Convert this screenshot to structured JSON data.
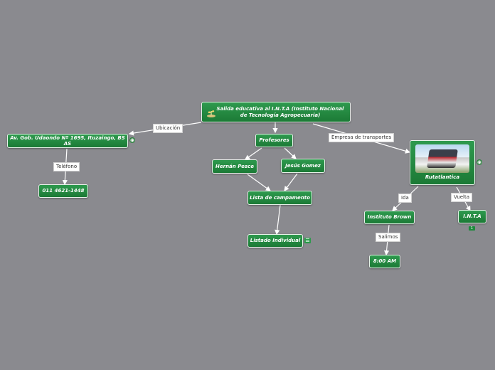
{
  "root": {
    "title": "Salida educativa al I.N.T.A (Instituto Nacional de Tecnología Agropecuaria)",
    "icon": "plant-icon"
  },
  "nodes": {
    "address": "Av. Gob. Udaondo Nº 1695, Ituzaingo, BS AS",
    "phone": "011 4621-1448",
    "profesores": "Profesores",
    "hernan": "Hernán Pesce",
    "jesus": "Jesús Gomez",
    "lista": "Lista de campamento",
    "listado": "Listado Individual",
    "rutatlantica": "Rutatlantica",
    "brown": "Instituto Brown",
    "hora": "8:00 AM",
    "inta": "I.N.T.A"
  },
  "labels": {
    "ubicacion": "Ubicación",
    "telefono": "Teléfono",
    "empresa": "Empresa de transportes",
    "ida": "Ida",
    "vuelta": "Vuelta",
    "salimos": "Salimos"
  },
  "badges": {
    "inta_count": "1"
  },
  "colors": {
    "background": "#8a8a8f",
    "node": "#1f7d38",
    "link": "#ffffff"
  }
}
